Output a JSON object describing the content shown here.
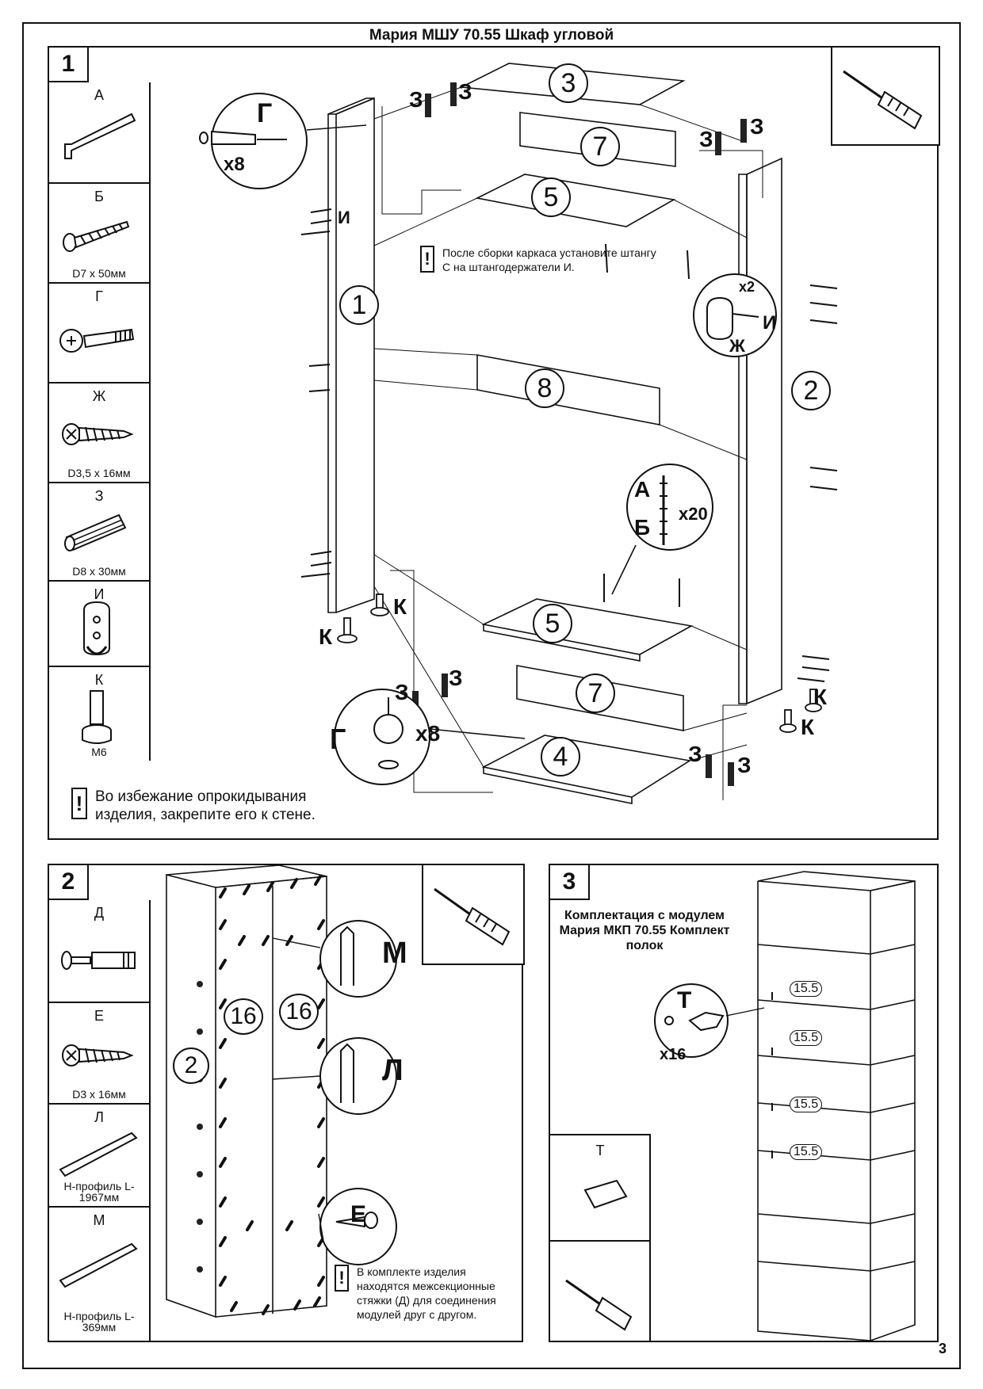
{
  "document": {
    "title": "Мария МШУ 70.55 Шкаф угловой",
    "page_number": "3"
  },
  "step1": {
    "number": "1",
    "parts": [
      {
        "letter": "А",
        "size": "",
        "icon": "hex-key-icon"
      },
      {
        "letter": "Б",
        "size": "D7 x 50мм",
        "icon": "confirmat-screw-icon"
      },
      {
        "letter": "Г",
        "size": "",
        "icon": "cam-lock-icon"
      },
      {
        "letter": "Ж",
        "size": "D3,5 x 16мм",
        "icon": "screw-icon"
      },
      {
        "letter": "З",
        "size": "D8 x 30мм",
        "icon": "dowel-icon"
      },
      {
        "letter": "И",
        "size": "",
        "icon": "rod-holder-icon"
      },
      {
        "letter": "К",
        "size": "M6",
        "icon": "adjustable-foot-icon"
      }
    ],
    "panel_numbers": [
      "1",
      "2",
      "3",
      "4",
      "5",
      "5",
      "7",
      "7",
      "8"
    ],
    "detail_labels": {
      "g_callout": "Г",
      "g_qty": "x8",
      "i_callout_qty": "x2",
      "i_label": "И",
      "zh_label": "Ж",
      "ab_a": "А",
      "ab_b": "Б",
      "ab_qty": "x20",
      "g2_label": "Г",
      "g2_qty": "x8",
      "z": "З",
      "k": "К",
      "i_small": "И"
    },
    "note": "После сборки каркаса установите штангу С на штангодержатели И.",
    "warning": "Во избежание опрокидывания изделия, закрепите его к стене."
  },
  "step2": {
    "number": "2",
    "parts": [
      {
        "letter": "Д",
        "size": "",
        "icon": "connector-bolt-icon"
      },
      {
        "letter": "Е",
        "size": "D3 x 16мм",
        "icon": "screw-icon"
      },
      {
        "letter": "Л",
        "size": "Н-профиль L-1967мм",
        "icon": "h-profile-icon"
      },
      {
        "letter": "М",
        "size": "Н-профиль L-369мм",
        "icon": "h-profile-icon"
      }
    ],
    "panel_numbers": [
      "2",
      "16",
      "16"
    ],
    "detail_labels": {
      "m": "М",
      "l": "Л",
      "e": "Е"
    },
    "note": "В комплекте изделия находятся межсекционные стяжки (Д) для соединения модулей друг с другом."
  },
  "step3": {
    "number": "3",
    "kit_title": "Комплектация с модулем Мария МКП 70.55 Комплект полок",
    "callout_label": "Т",
    "callout_qty": "x16",
    "part_letter": "Т",
    "shelf_offsets": [
      "15.5",
      "15.5",
      "15.5",
      "15.5"
    ]
  }
}
